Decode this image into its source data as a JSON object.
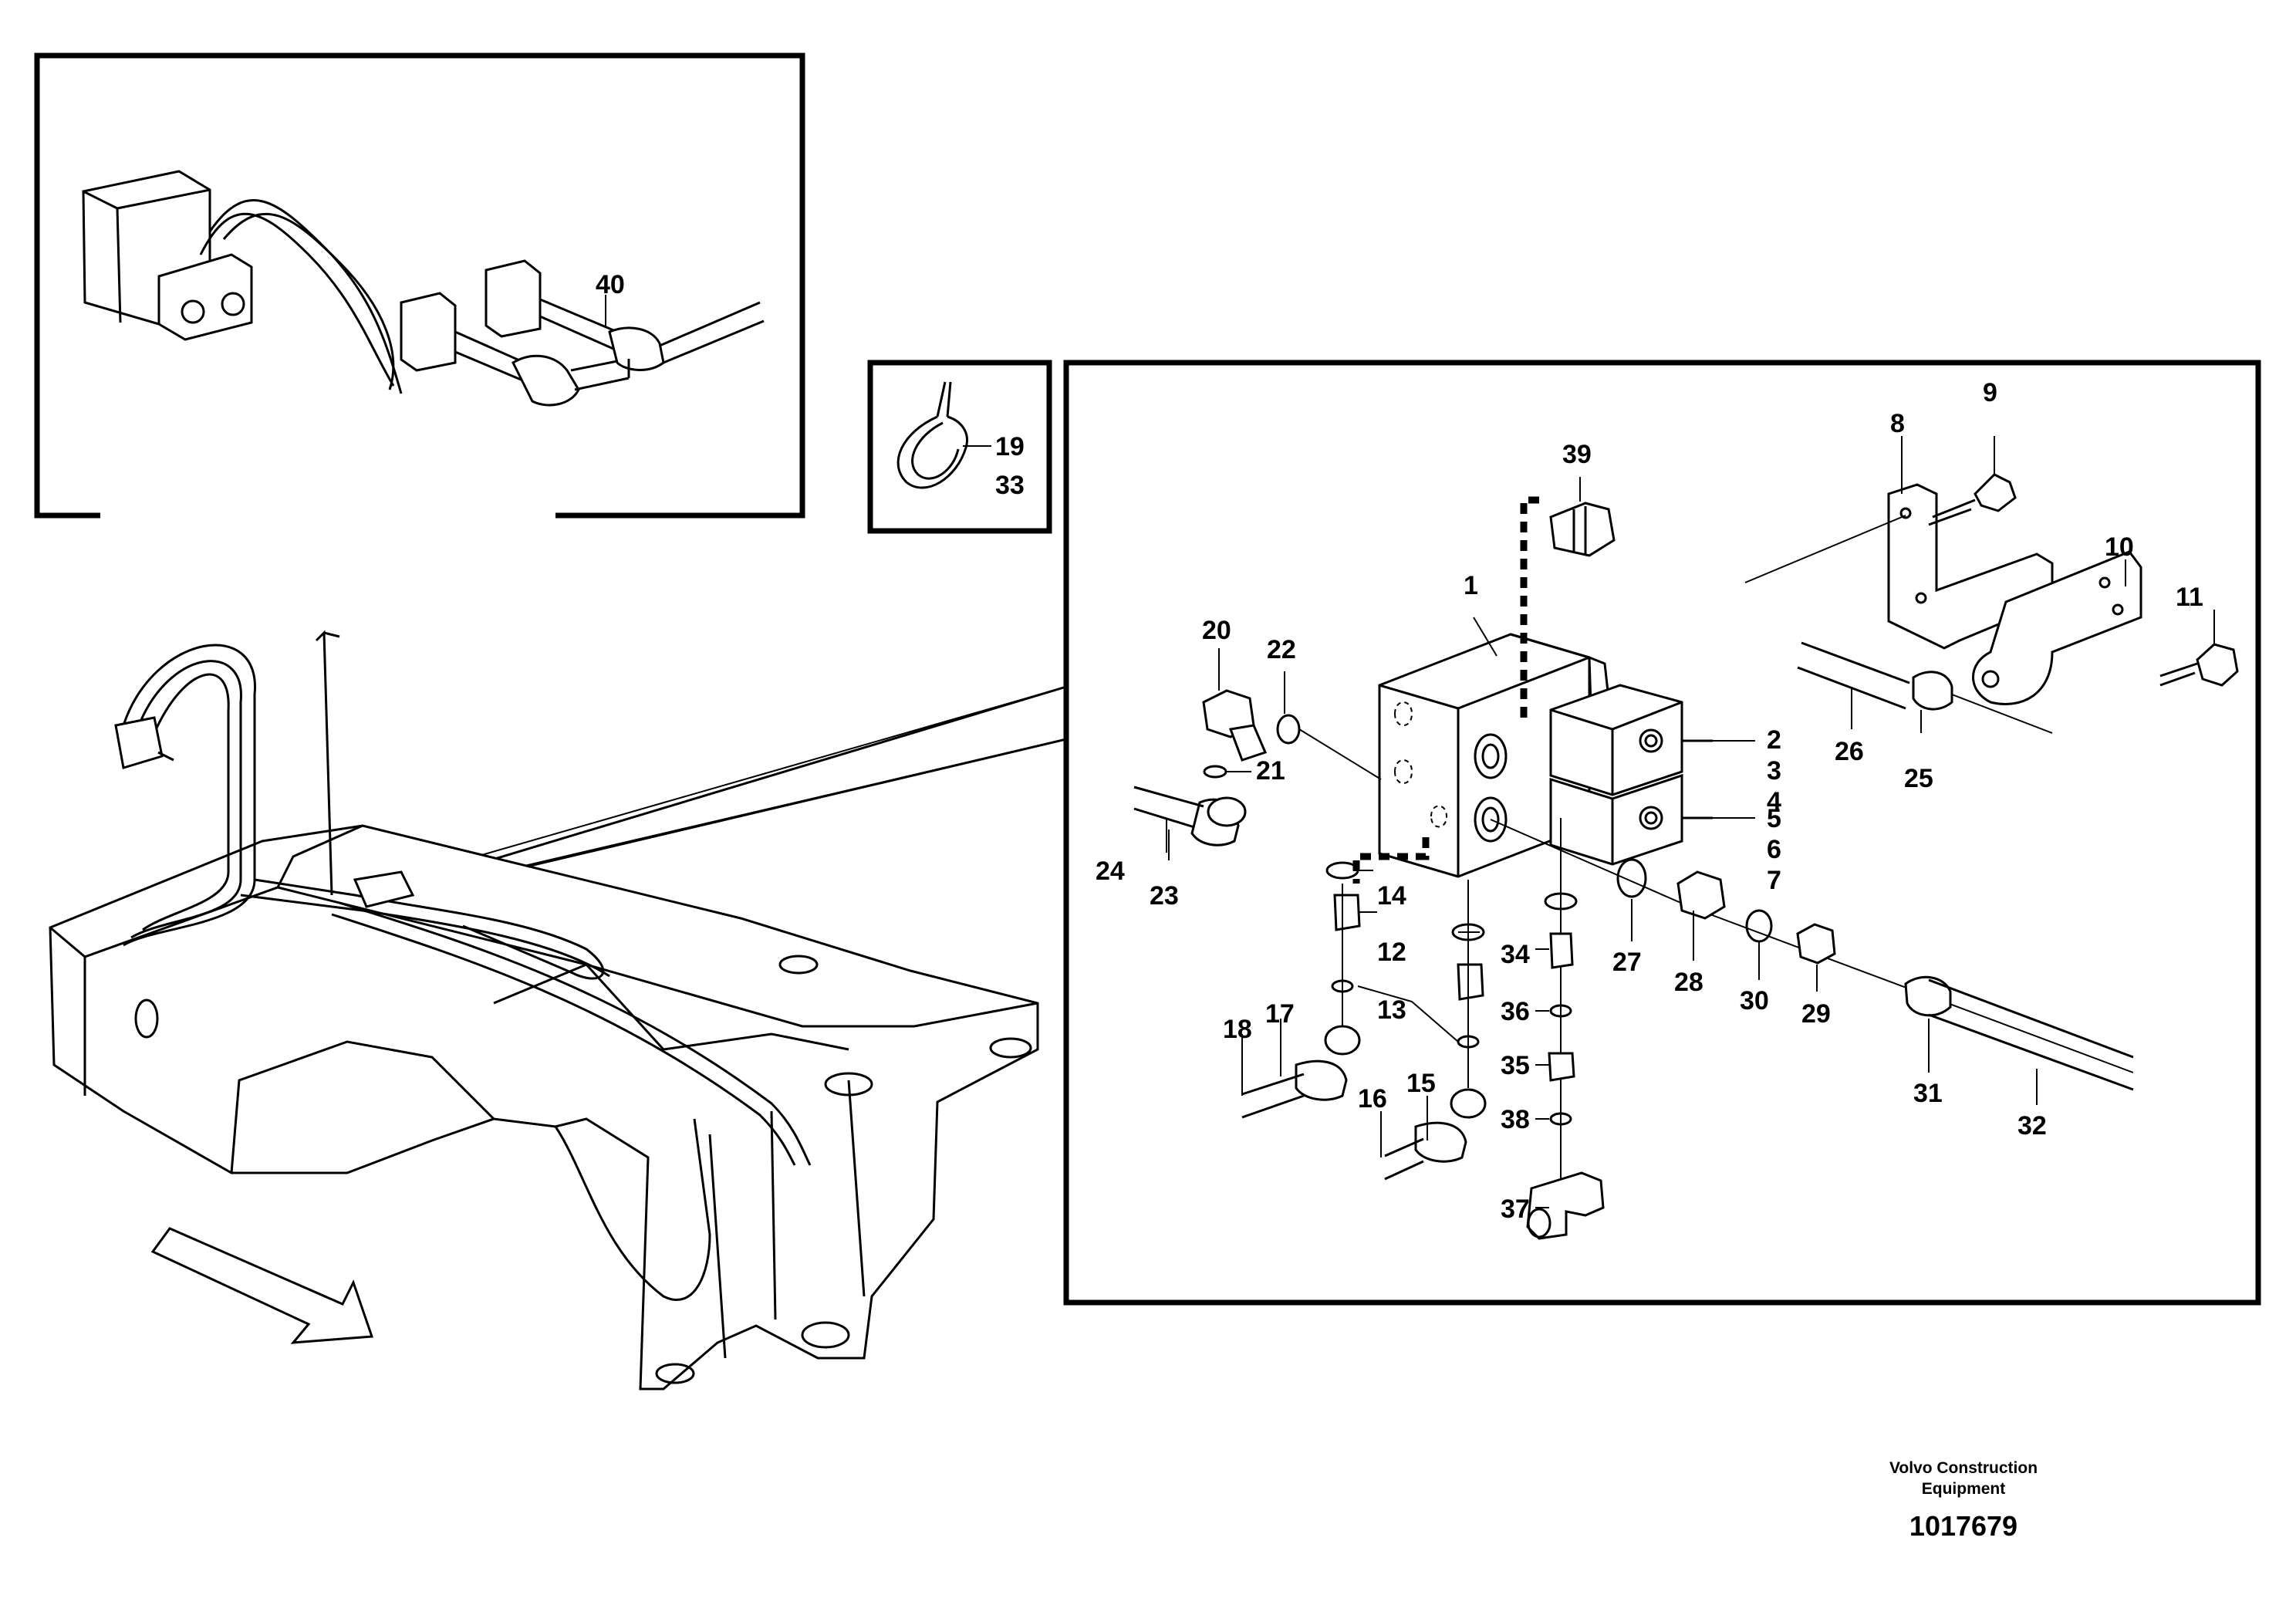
{
  "callouts": {
    "c1": "1",
    "c2": "2",
    "c3": "3",
    "c4": "4",
    "c5": "5",
    "c6": "6",
    "c7": "7",
    "c8": "8",
    "c9": "9",
    "c10": "10",
    "c11": "11",
    "c12": "12",
    "c13": "13",
    "c14": "14",
    "c15": "15",
    "c16": "16",
    "c17": "17",
    "c18": "18",
    "c19": "19",
    "c20": "20",
    "c21": "21",
    "c22": "22",
    "c23": "23",
    "c24": "24",
    "c25": "25",
    "c26": "26",
    "c27": "27",
    "c28": "28",
    "c29": "29",
    "c30": "30",
    "c31": "31",
    "c32": "32",
    "c33": "33",
    "c34": "34",
    "c35": "35",
    "c36": "36",
    "c37": "37",
    "c38": "38",
    "c39": "39",
    "c40": "40"
  },
  "footer": {
    "company_line1": "Volvo Construction",
    "company_line2": "Equipment",
    "document_number": "1017679"
  }
}
